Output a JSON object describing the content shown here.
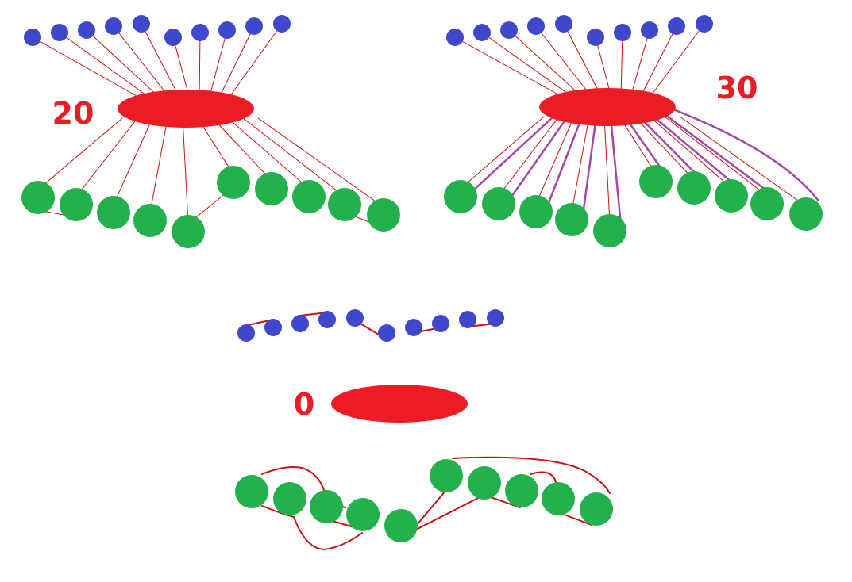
{
  "colors": {
    "hub": "#ed1c24",
    "top_node": "#3f48cc",
    "bottom_node": "#22b14c",
    "link": "#cc1111",
    "extra_link": "#a349a4",
    "label": "#ed1c24",
    "background": "#ffffff"
  },
  "panels": [
    {
      "id": "panel-20",
      "label": "20",
      "top_count": 10,
      "bottom_count": 10
    },
    {
      "id": "panel-30",
      "label": "30",
      "top_count": 10,
      "bottom_count": 10
    },
    {
      "id": "panel-0",
      "label": "0",
      "top_count": 10,
      "bottom_count": 10
    }
  ]
}
